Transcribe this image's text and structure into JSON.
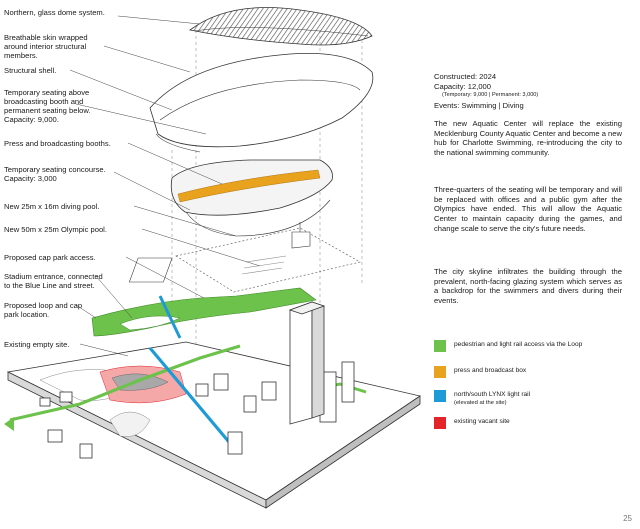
{
  "labels": [
    "Northern, glass dome system.",
    "Breathable skin wrapped around interior structural members.",
    "Structural shell.",
    "Temporary seating above broadcasting booth and permanent seating below. Capacity: 9,000.",
    "Press and broadcasting booths.",
    "Temporary seating concourse. Capacity: 3,000",
    "New 25m x 16m diving pool.",
    "New 50m x 25m Olympic pool.",
    "Proposed cap park access.",
    "Stadium entrance, connected to the Blue Line and street.",
    "Proposed loop and cap park location.",
    "Existing empty site."
  ],
  "info": {
    "constructed": "Constructed:  2024",
    "capacity": "Capacity: 12,000",
    "capacity_detail": "(Temporary: 9,000 | Permanent: 3,000)",
    "events": "Events:  Swimming | Diving"
  },
  "paragraphs": [
    "The new Aquatic Center will replace the existing Mecklenburg County Aquatic Center and become a new hub for Charlotte Swimming, re-introducing the city to the national swimming community.",
    "Three-quarters of the seating will be temporary and will be replaced with offices and a public gym after the Olympics have ended. This will allow the Aquatic Center to maintain capacity during the games, and change scale to serve the city's future needs.",
    "The city skyline infiltrates the building through the prevalent, north-facing glazing system which serves as a backdrop for the swimmers and divers during their events."
  ],
  "legend": [
    {
      "color": "#6cc24a",
      "label": "pedestrian and light rail access via the Loop"
    },
    {
      "color": "#e8a21e",
      "label": "press and broadcast box"
    },
    {
      "color": "#1e9ad6",
      "label": "north/south LYNX light rail",
      "sub": "(elevated at the site)"
    },
    {
      "color": "#e4242b",
      "label": "existing vacant site"
    }
  ],
  "page_number": "25",
  "colors": {
    "green": "#6cc24a",
    "orange": "#e8a21e",
    "blue": "#1e9ad6",
    "red": "#e4242b",
    "pink": "#f4a9a8"
  }
}
